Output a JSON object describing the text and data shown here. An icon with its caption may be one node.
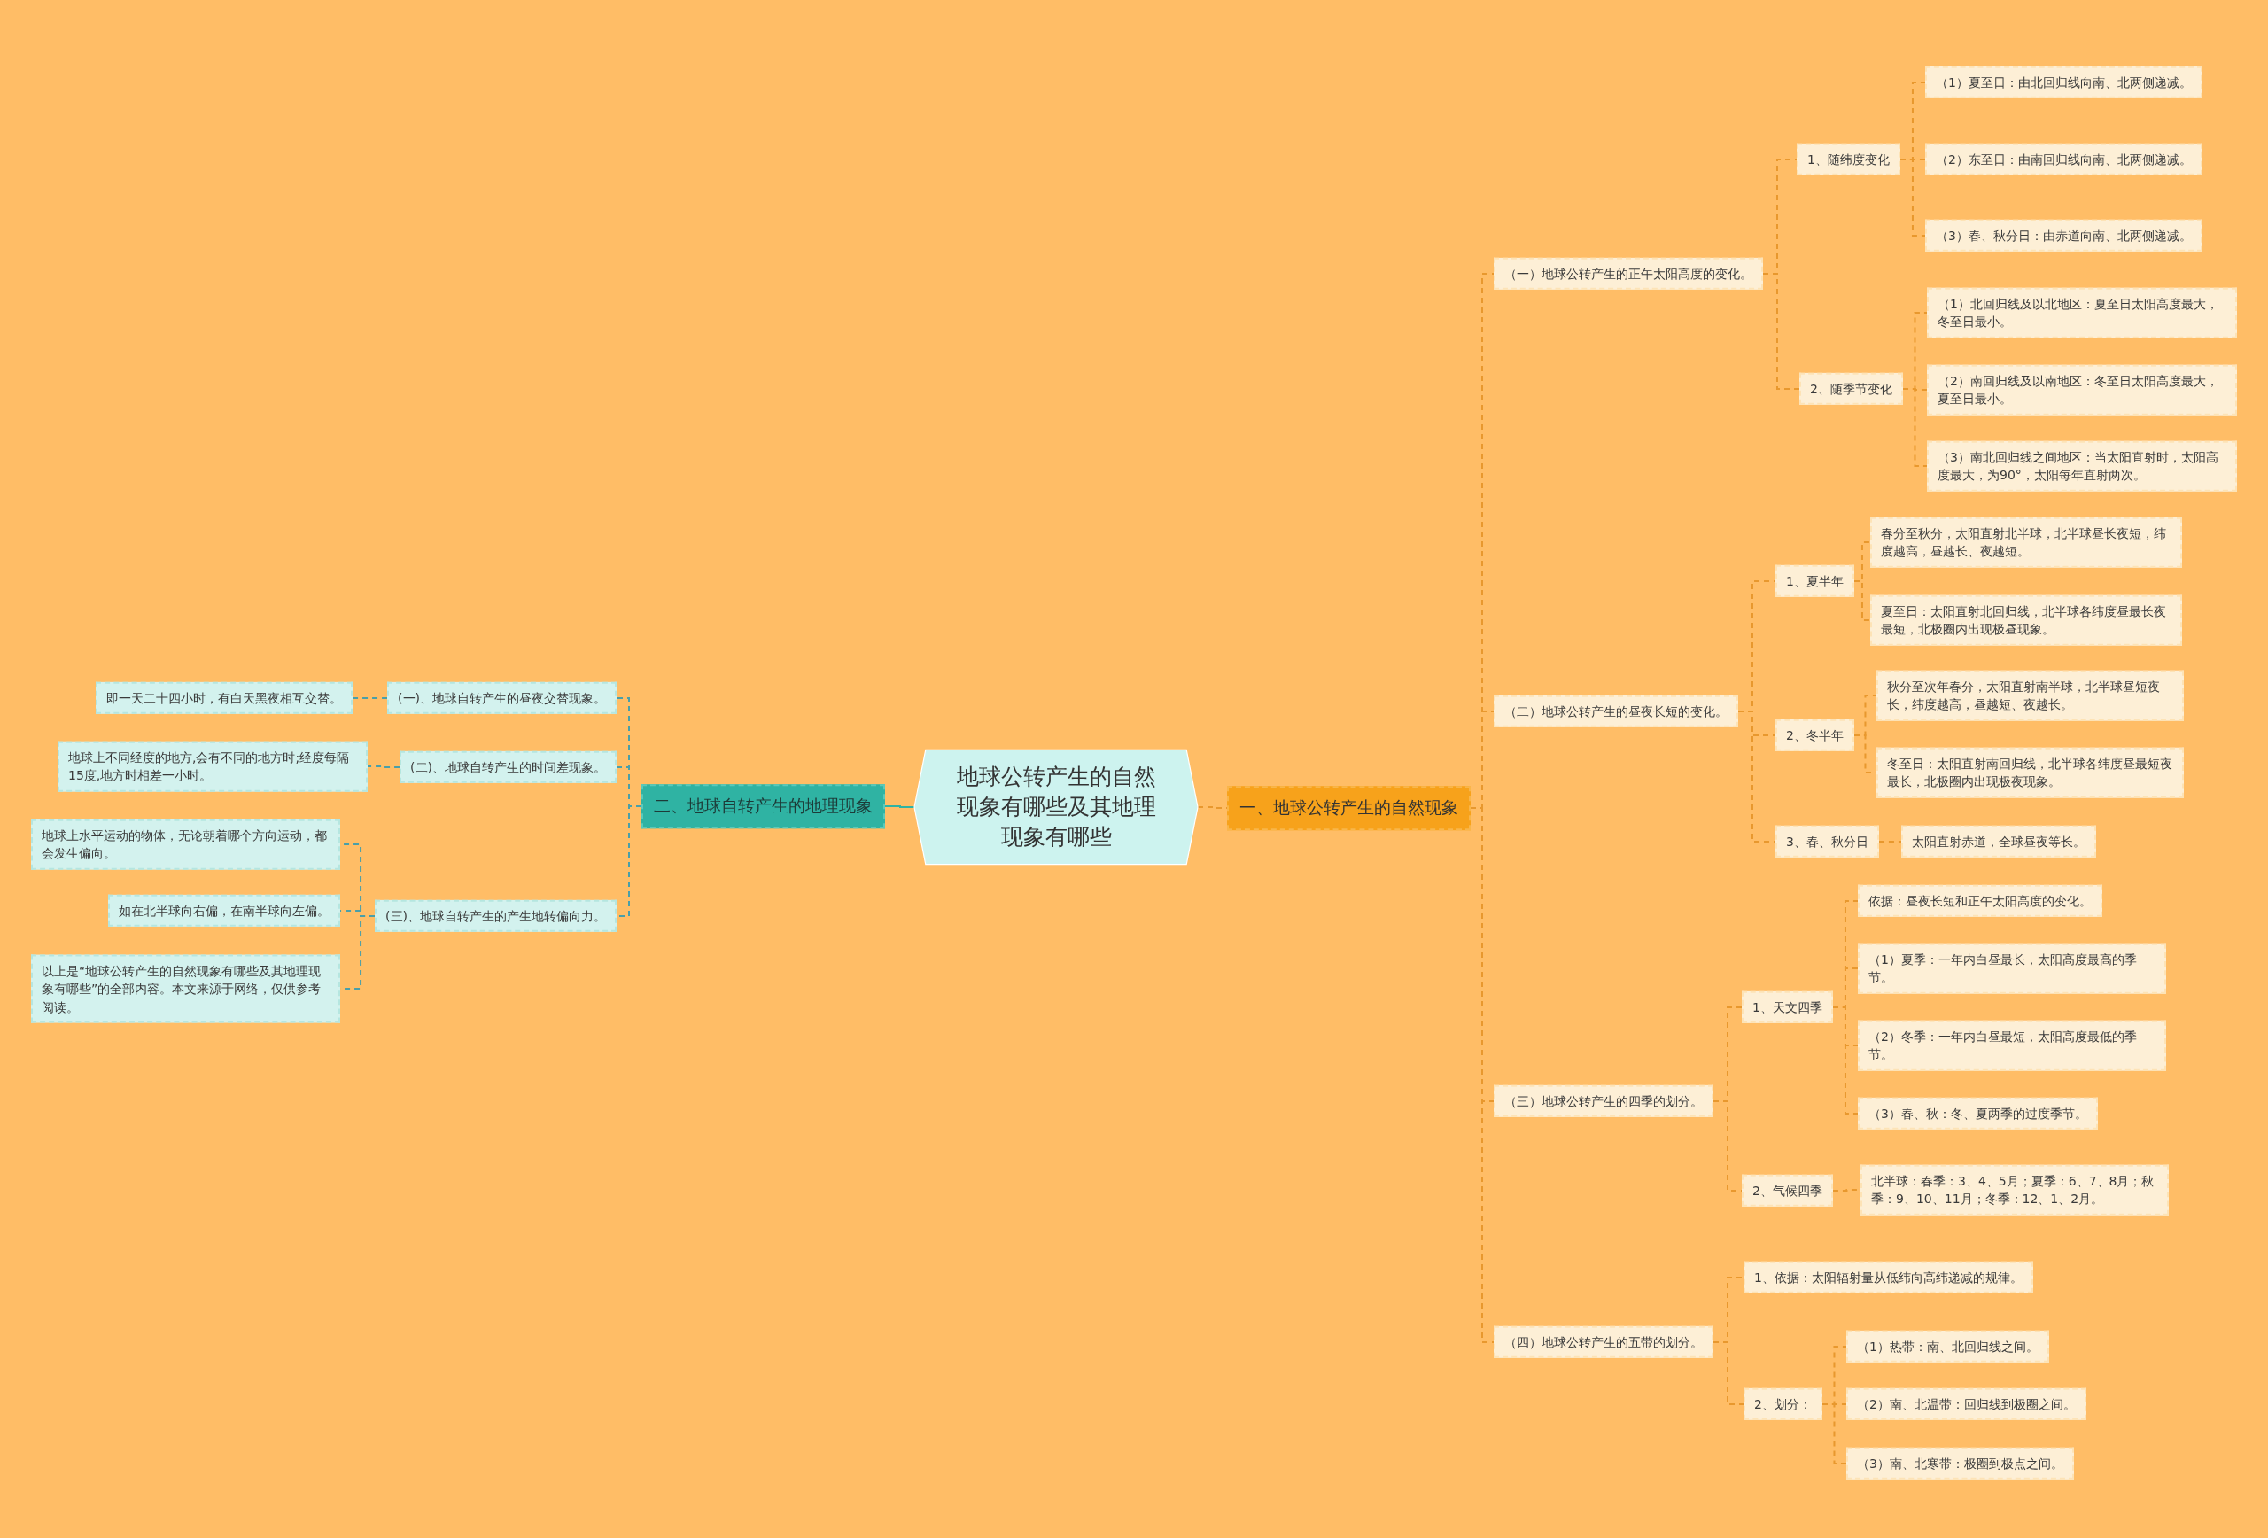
{
  "diagram": {
    "nodes": [
      {
        "text": [
          "地球公转产生的自然现象有哪些及其地理现象有哪些"
        ]
      },
      {
        "text": [
          "一、地球公转产生的自然现象"
        ]
      },
      {
        "text": [
          "（一）地球公转产生的正午太阳高度的变化。"
        ]
      },
      {
        "text": [
          "1、随纬度变化"
        ]
      },
      {
        "text": [
          "（1）夏至日：由北回归线向南、北两侧递减。"
        ]
      },
      {
        "text": [
          "（2）东至日：由南回归线向南、北两侧递减。"
        ]
      },
      {
        "text": [
          "（3）春、秋分日：由赤道向南、北两侧递减。"
        ]
      },
      {
        "text": [
          "2、随季节变化"
        ]
      },
      {
        "text": [
          "（1）北回归线及以北地区：夏至日太阳高度最大，冬至日最小。"
        ]
      },
      {
        "text": [
          "（2）南回归线及以南地区：冬至日太阳高度最大，夏至日最小。"
        ]
      },
      {
        "text": [
          "（3）南北回归线之间地区：当太阳直射时，太阳高度最大，为90°，太阳每年直射两次。"
        ]
      },
      {
        "text": [
          "（二）地球公转产生的昼夜长短的变化。"
        ]
      },
      {
        "text": [
          "1、夏半年"
        ]
      },
      {
        "text": [
          "春分至秋分，太阳直射北半球，北半球昼长夜短，纬度越高，昼越长、夜越短。"
        ]
      },
      {
        "text": [
          "夏至日：太阳直射北回归线，北半球各纬度昼最长夜最短，北极圈内出现极昼现象。"
        ]
      },
      {
        "text": [
          "2、冬半年"
        ]
      },
      {
        "text": [
          "秋分至次年春分，太阳直射南半球，北半球昼短夜长，纬度越高，昼越短、夜越长。"
        ]
      },
      {
        "text": [
          "冬至日：太阳直射南回归线，北半球各纬度昼最短夜最长，北极圈内出现极夜现象。"
        ]
      },
      {
        "text": [
          "3、春、秋分日"
        ]
      },
      {
        "text": [
          "太阳直射赤道，全球昼夜等长。"
        ]
      },
      {
        "text": [
          "（三）地球公转产生的四季的划分。"
        ]
      },
      {
        "text": [
          "1、天文四季"
        ]
      },
      {
        "text": [
          "依据：昼夜长短和正午太阳高度的变化。"
        ]
      },
      {
        "text": [
          "（1）夏季：一年内白昼最长，太阳高度最高的季节。"
        ]
      },
      {
        "text": [
          "（2）冬季：一年内白昼最短，太阳高度最低的季节。"
        ]
      },
      {
        "text": [
          "（3）春、秋：冬、夏两季的过度季节。"
        ]
      },
      {
        "text": [
          "2、气候四季"
        ]
      },
      {
        "text": [
          "北半球：春季：3、4、5月；夏季：6、7、8月；秋季：9、10、11月；冬季：12、1、2月。"
        ]
      },
      {
        "text": [
          "（四）地球公转产生的五带的划分。"
        ]
      },
      {
        "text": [
          "1、依据：太阳辐射量从低纬向高纬递减的规律。"
        ]
      },
      {
        "text": [
          "2、划分："
        ]
      },
      {
        "text": [
          "（1）热带：南、北回归线之间。"
        ]
      },
      {
        "text": [
          "（2）南、北温带：回归线到极圈之间。"
        ]
      },
      {
        "text": [
          "（3）南、北寒带：极圈到极点之间。"
        ]
      },
      {
        "text": [
          "二、地球自转产生的地理现象"
        ]
      },
      {
        "text": [
          "(一)、地球自转产生的昼夜交替现象。"
        ]
      },
      {
        "text": [
          "即一天二十四小时，有白天黑夜相互交替。"
        ]
      },
      {
        "text": [
          "(二)、地球自转产生的时间差现象。"
        ]
      },
      {
        "text": [
          "地球上不同经度的地方,会有不同的地方时;经度每隔15度,地方时相差一小时。"
        ]
      },
      {
        "text": [
          "(三)、地球自转产生的产生地转偏向力。"
        ]
      },
      {
        "text": [
          "地球上水平运动的物体，无论朝着哪个方向运动，都会发生偏向。"
        ]
      },
      {
        "text": [
          "如在北半球向右偏，在南半球向左偏。"
        ]
      },
      {
        "text": [
          "以上是“地球公转产生的自然现象有哪些及其地理现象有哪些”的全部内容。本文来源于网络，仅供参考阅读。"
        ]
      }
    ],
    "edges": [
      {
        "from": 0,
        "to": 1,
        "arrow": "none",
        "style": "dashed"
      },
      {
        "from": 1,
        "to": 2,
        "arrow": "none",
        "style": "dashed"
      },
      {
        "from": 2,
        "to": 3,
        "arrow": "none",
        "style": "dashed"
      },
      {
        "from": 3,
        "to": 4,
        "arrow": "none",
        "style": "dashed"
      },
      {
        "from": 3,
        "to": 5,
        "arrow": "none",
        "style": "dashed"
      },
      {
        "from": 3,
        "to": 6,
        "arrow": "none",
        "style": "dashed"
      },
      {
        "from": 2,
        "to": 7,
        "arrow": "none",
        "style": "dashed"
      },
      {
        "from": 7,
        "to": 8,
        "arrow": "none",
        "style": "dashed"
      },
      {
        "from": 7,
        "to": 9,
        "arrow": "none",
        "style": "dashed"
      },
      {
        "from": 7,
        "to": 10,
        "arrow": "none",
        "style": "dashed"
      },
      {
        "from": 1,
        "to": 11,
        "arrow": "none",
        "style": "dashed"
      },
      {
        "from": 11,
        "to": 12,
        "arrow": "none",
        "style": "dashed"
      },
      {
        "from": 12,
        "to": 13,
        "arrow": "none",
        "style": "dashed"
      },
      {
        "from": 12,
        "to": 14,
        "arrow": "none",
        "style": "dashed"
      },
      {
        "from": 11,
        "to": 15,
        "arrow": "none",
        "style": "dashed"
      },
      {
        "from": 15,
        "to": 16,
        "arrow": "none",
        "style": "dashed"
      },
      {
        "from": 15,
        "to": 17,
        "arrow": "none",
        "style": "dashed"
      },
      {
        "from": 11,
        "to": 18,
        "arrow": "none",
        "style": "dashed"
      },
      {
        "from": 18,
        "to": 19,
        "arrow": "none",
        "style": "dashed"
      },
      {
        "from": 1,
        "to": 20,
        "arrow": "none",
        "style": "dashed"
      },
      {
        "from": 20,
        "to": 21,
        "arrow": "none",
        "style": "dashed"
      },
      {
        "from": 21,
        "to": 22,
        "arrow": "none",
        "style": "dashed"
      },
      {
        "from": 21,
        "to": 23,
        "arrow": "none",
        "style": "dashed"
      },
      {
        "from": 21,
        "to": 24,
        "arrow": "none",
        "style": "dashed"
      },
      {
        "from": 21,
        "to": 25,
        "arrow": "none",
        "style": "dashed"
      },
      {
        "from": 20,
        "to": 26,
        "arrow": "none",
        "style": "dashed"
      },
      {
        "from": 26,
        "to": 27,
        "arrow": "none",
        "style": "dashed"
      },
      {
        "from": 1,
        "to": 28,
        "arrow": "none",
        "style": "dashed"
      },
      {
        "from": 28,
        "to": 29,
        "arrow": "none",
        "style": "dashed"
      },
      {
        "from": 28,
        "to": 30,
        "arrow": "none",
        "style": "dashed"
      },
      {
        "from": 30,
        "to": 31,
        "arrow": "none",
        "style": "dashed"
      },
      {
        "from": 30,
        "to": 32,
        "arrow": "none",
        "style": "dashed"
      },
      {
        "from": 30,
        "to": 33,
        "arrow": "none",
        "style": "dashed"
      },
      {
        "from": 0,
        "to": 34,
        "arrow": "none",
        "color": "#2fb3a3"
      },
      {
        "from": 34,
        "to": 35,
        "arrow": "none",
        "style": "dashed",
        "color": "#4a9fa8"
      },
      {
        "from": 35,
        "to": 36,
        "arrow": "none",
        "style": "dashed",
        "color": "#4a9fa8"
      },
      {
        "from": 34,
        "to": 37,
        "arrow": "none",
        "style": "dashed",
        "color": "#4a9fa8"
      },
      {
        "from": 37,
        "to": 38,
        "arrow": "none",
        "style": "dashed",
        "color": "#4a9fa8"
      },
      {
        "from": 34,
        "to": 39,
        "arrow": "none",
        "style": "dashed",
        "color": "#4a9fa8"
      },
      {
        "from": 39,
        "to": 40,
        "arrow": "none",
        "style": "dashed",
        "color": "#4a9fa8"
      },
      {
        "from": 39,
        "to": 41,
        "arrow": "none",
        "style": "dashed",
        "color": "#4a9fa8"
      },
      {
        "from": 39,
        "to": 42,
        "arrow": "none",
        "style": "dashed",
        "color": "#4a9fa8"
      }
    ]
  }
}
